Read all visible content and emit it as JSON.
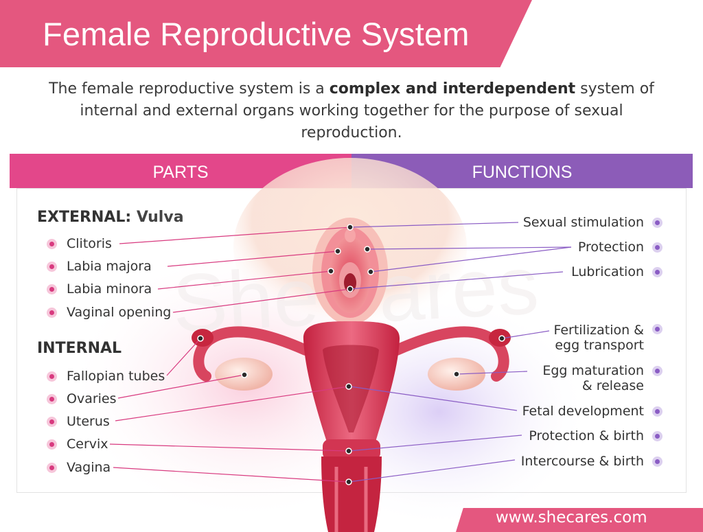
{
  "title": "Female Reproductive System",
  "intro": {
    "before": "The female reproductive system is a ",
    "bold": "complex and interdependent",
    "after": " system of internal and external organs working together for the purpose of sexual reproduction."
  },
  "headers": {
    "parts": "PARTS",
    "functions": "FUNCTIONS"
  },
  "external": {
    "label": "EXTERNAL:",
    "sublabel": "Vulva",
    "parts": [
      "Clitoris",
      "Labia majora",
      "Labia minora",
      "Vaginal opening"
    ]
  },
  "internal": {
    "label": "INTERNAL",
    "parts": [
      "Fallopian tubes",
      "Ovaries",
      "Uterus",
      "Cervix",
      "Vagina"
    ]
  },
  "functions": [
    {
      "lines": [
        "Sexual stimulation"
      ]
    },
    {
      "lines": [
        "Protection"
      ]
    },
    {
      "lines": [
        "Lubrication"
      ]
    },
    {
      "lines": [
        "Fertilization &",
        "egg transport"
      ]
    },
    {
      "lines": [
        "Egg maturation",
        "& release"
      ]
    },
    {
      "lines": [
        "Fetal development"
      ]
    },
    {
      "lines": [
        "Protection & birth"
      ]
    },
    {
      "lines": [
        "Intercourse & birth"
      ]
    }
  ],
  "watermark": "SheCares",
  "url": "www.shecares.com",
  "colors": {
    "title_bg": "#e4577f",
    "parts_header": "#e3478a",
    "functions_header": "#8c5cb8",
    "part_dot": "#d83a7f",
    "function_dot": "#8a5cc4"
  }
}
